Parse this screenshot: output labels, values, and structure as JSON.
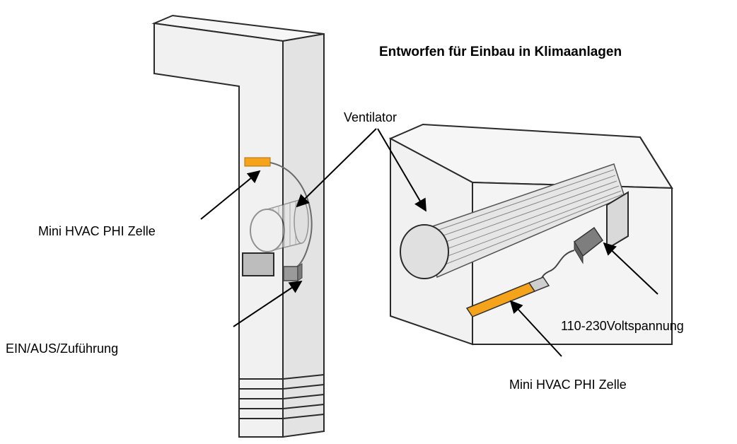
{
  "title": "Entworfen für Einbau in Klimaanlagen",
  "labels": {
    "fan": "Ventilator",
    "mini_cell_left": "Mini HVAC PHI Zelle",
    "power_switch": "EIN/AUS/Zuführung",
    "voltage": "110-230Voltspannung",
    "mini_cell_right": "Mini HVAC PHI Zelle"
  },
  "colors": {
    "outline": "#2a2a2a",
    "housing_front": "#f1f1f1",
    "housing_side": "#e3e3e3",
    "housing_top": "#f6f6f6",
    "cell": "#f4a31a",
    "module_dark": "#8f8f8f",
    "module_light": "#cfcfcf"
  }
}
